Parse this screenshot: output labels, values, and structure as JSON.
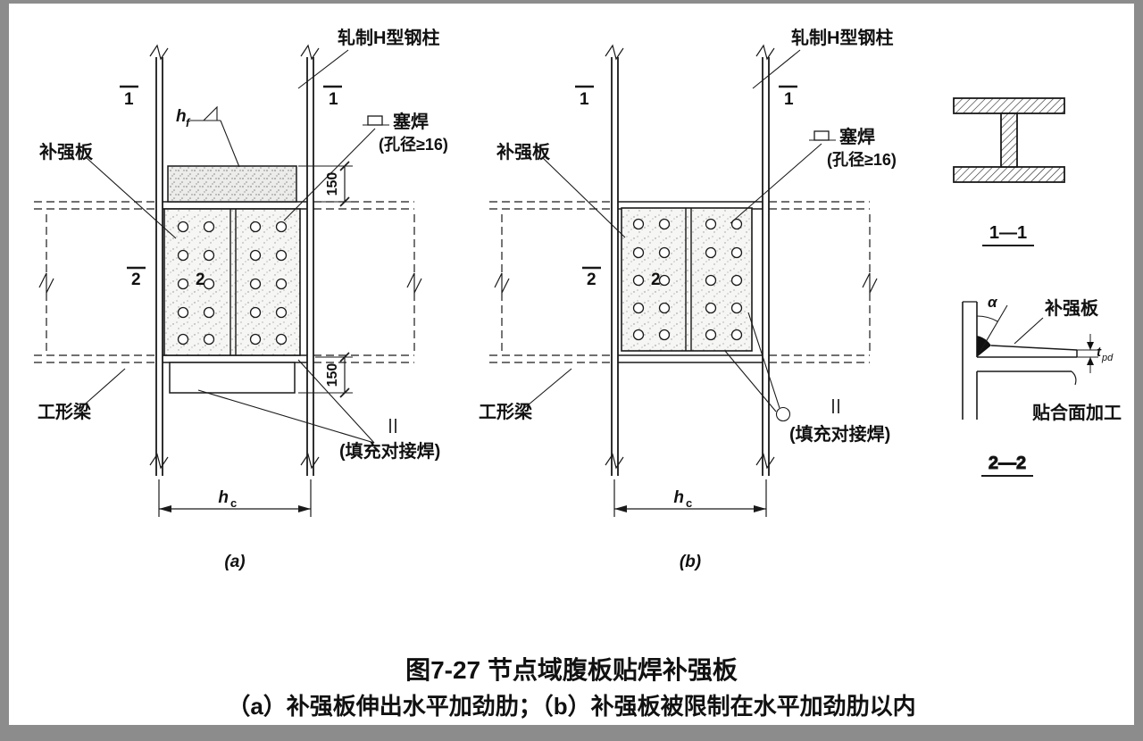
{
  "colors": {
    "frame": "#8c8c8c",
    "paper": "#ffffff",
    "ink": "#1a1a1a"
  },
  "labels": {
    "rolled_h_column": "轧制H型钢柱",
    "plug_weld": "塞焊",
    "plug_weld_note": "(孔径≥16)",
    "reinforcement_plate": "补强板",
    "i_beam": "工形梁",
    "fill_butt_weld": "(填充对接焊)",
    "dim_150": "150",
    "h_base": "h",
    "hc_sub": "c",
    "hf_sub": "f",
    "sec1": "1",
    "sec2": "2",
    "view_a": "(a)",
    "view_b": "(b)",
    "sec_1_1": "1—1",
    "sec_2_2": "2—2",
    "alpha": "α",
    "t_base": "t",
    "t_sub": "pd",
    "fit_surface": "贴合面加工"
  },
  "caption": {
    "title": "图7-27 节点域腹板贴焊补强板",
    "subtitle": "（a）补强板伸出水平加劲肋；（b）补强板被限制在水平加劲肋以内"
  }
}
